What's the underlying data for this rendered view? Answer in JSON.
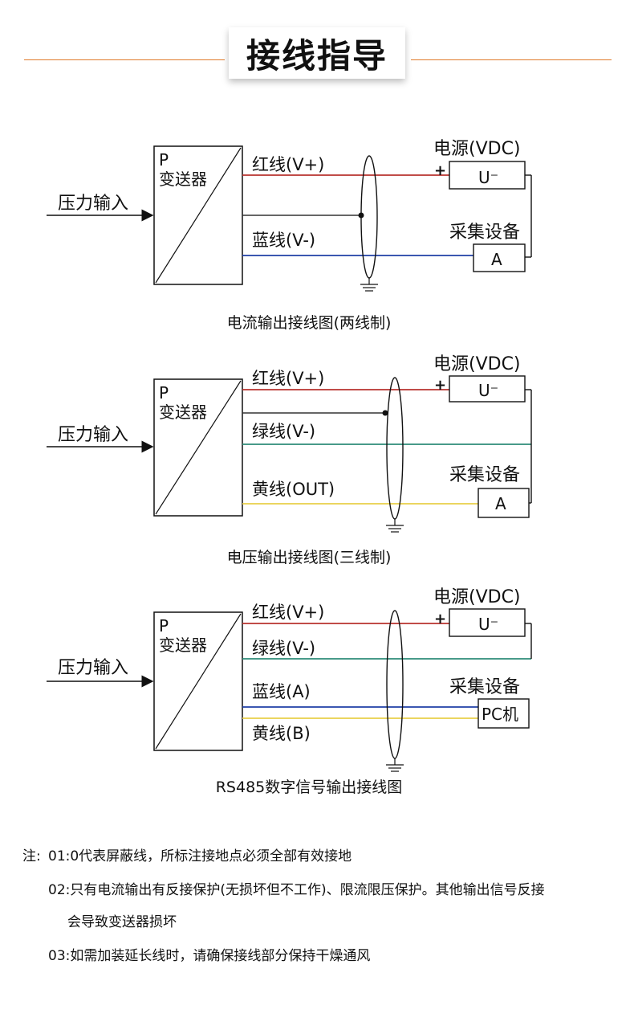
{
  "page_title": "接线指导",
  "labels": {
    "pressure_input": "压力输入",
    "transmitter_p": "P",
    "transmitter": "变送器",
    "power": "电源(VDC)",
    "plus": "+",
    "u_minus": "U⁻",
    "acquisition": "采集设备",
    "a": "A",
    "pc": "PC机"
  },
  "diagrams": [
    {
      "caption": "电流输出接线图(两线制)",
      "wires": [
        "红线(V+)",
        "蓝线(V-)"
      ]
    },
    {
      "caption": "电压输出接线图(三线制)",
      "wires": [
        "红线(V+)",
        "绿线(V-)",
        "黄线(OUT)"
      ]
    },
    {
      "caption": "RS485数字信号输出接线图",
      "wires": [
        "红线(V+)",
        "绿线(V-)",
        "蓝线(A)",
        "黄线(B)"
      ]
    }
  ],
  "notes": {
    "prefix": "注:",
    "n1": "01:0代表屏蔽线，所标注接地点必须全部有效接地",
    "n2a": "02:只有电流输出有反接保护(无损坏但不工作)、限流限压保护。其他输出信号反接",
    "n2b": "会导致变送器损坏",
    "n3": "03:如需加装延长线时，请确保接线部分保持干燥通风"
  },
  "colors": {
    "accent": "#e07a2a",
    "red_wire": "#b8322e",
    "blue_wire": "#1f3fa6",
    "green_wire": "#2e8b78",
    "yellow_wire": "#e8cf4a"
  }
}
